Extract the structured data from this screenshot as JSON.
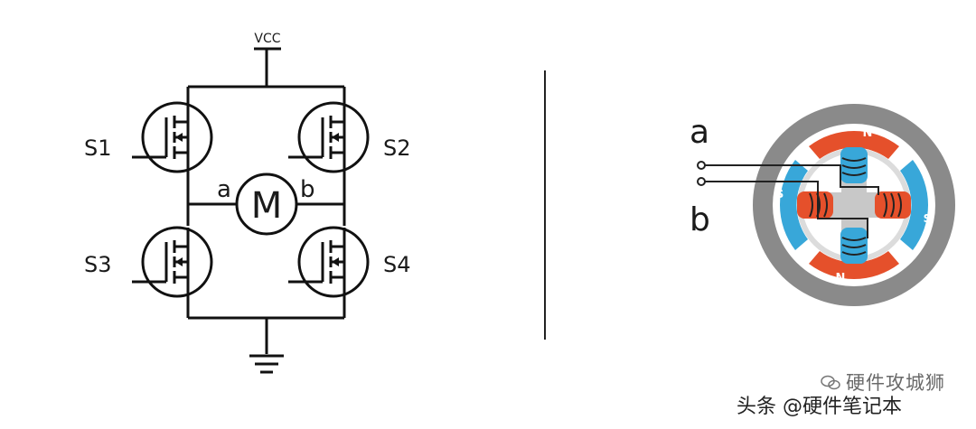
{
  "hbridge": {
    "vcc_label": "VCC",
    "switches": [
      "S1",
      "S2",
      "S3",
      "S4"
    ],
    "motor_label": "M",
    "node_a": "a",
    "node_b": "b"
  },
  "stepper": {
    "terminal_a": "a",
    "terminal_b": "b",
    "pole_top": "N",
    "pole_bottom": "N",
    "pole_left": "S",
    "pole_right": "S",
    "colors": {
      "ring": "#8a8a8a",
      "north": "#e5502b",
      "south": "#38a7d9",
      "rotor": "#c8c8c8"
    }
  },
  "watermark": {
    "line1": "硬件攻城狮",
    "line2": "头条 @硬件笔记本",
    "icon": "wechat-icon"
  }
}
